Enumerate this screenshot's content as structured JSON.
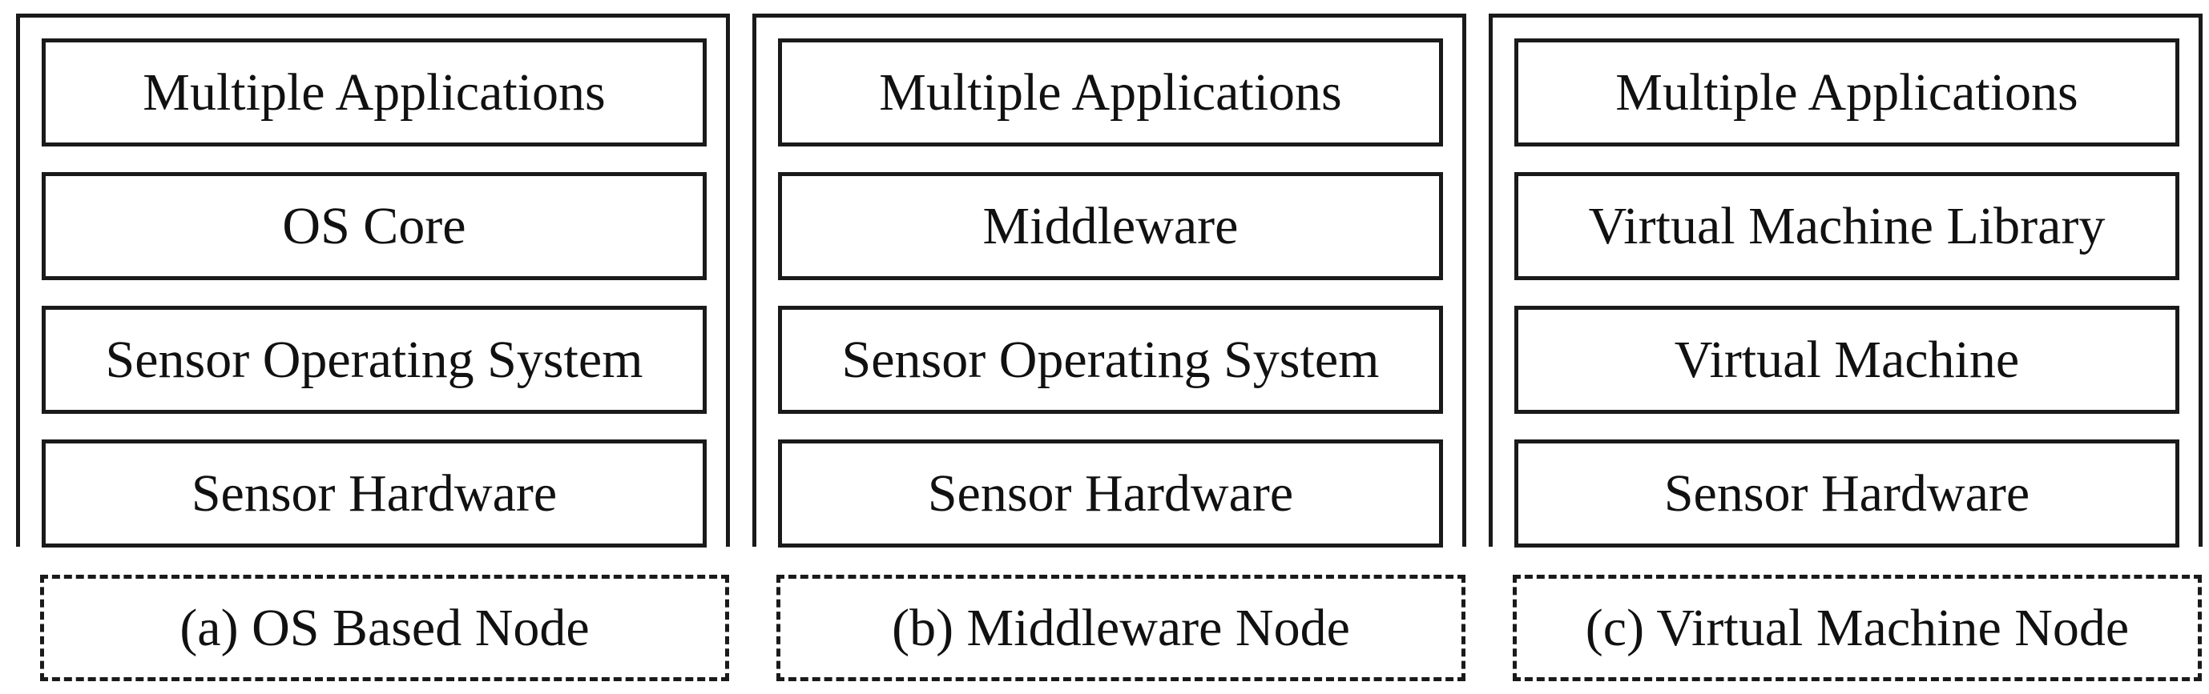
{
  "nodes": [
    {
      "layers": [
        "Multiple Applications",
        "OS Core",
        "Sensor Operating System",
        "Sensor Hardware"
      ],
      "caption": "(a) OS Based Node"
    },
    {
      "layers": [
        "Multiple Applications",
        "Middleware",
        "Sensor Operating System",
        "Sensor Hardware"
      ],
      "caption": "(b) Middleware Node"
    },
    {
      "layers": [
        "Multiple Applications",
        "Virtual Machine Library",
        "Virtual Machine",
        "Sensor Hardware"
      ],
      "caption": "(c) Virtual Machine Node"
    }
  ]
}
